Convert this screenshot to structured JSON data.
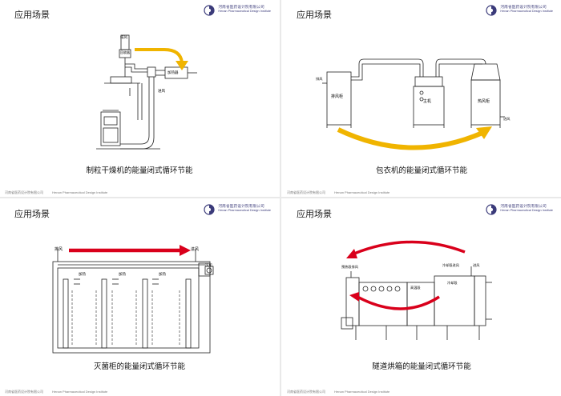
{
  "panels": [
    {
      "title": "应用场景",
      "logo": {
        "cn": "河南省医药设计院有限公司",
        "en": "Henan Pharmaceutical Design Institute"
      },
      "caption": "制粒干燥机的能量闭式循环节能",
      "labels": {
        "fan": "排风",
        "heater": "加热器",
        "reclaim": "回收器",
        "inlet": "进风"
      },
      "footer": {
        "cn": "河南省医药设计院有限公司",
        "en": "Henan Pharmaceutical Design Institute"
      }
    },
    {
      "title": "应用场景",
      "logo": {
        "cn": "河南省医药设计院有限公司",
        "en": "Henan Pharmaceutical Design Institute"
      },
      "caption": "包衣机的能量闭式循环节能",
      "labels": {
        "exhaust_cabinet": "排风柜",
        "main": "主机",
        "hot_air": "热风柜",
        "exhaust": "排风",
        "inlet": "进风"
      },
      "footer": {
        "cn": "河南省医药设计院有限公司",
        "en": "Henan Pharmaceutical Design Institute"
      }
    },
    {
      "title": "应用场景",
      "logo": {
        "cn": "河南省医药设计院有限公司",
        "en": "Henan Pharmaceutical Design Institute"
      },
      "caption": "灭菌柜的能量闭式循环节能",
      "labels": {
        "exhaust": "排风",
        "inlet": "进风",
        "fan": "风机",
        "heat": "加热"
      },
      "footer": {
        "cn": "河南省医药设计院有限公司",
        "en": "Henan Pharmaceutical Design Institute"
      }
    },
    {
      "title": "应用场景",
      "logo": {
        "cn": "河南省医药设计院有限公司",
        "en": "Henan Pharmaceutical Design Institute"
      },
      "caption": "隧道烘箱的能量闭式循环节能",
      "labels": {
        "preheat": "预热段排风",
        "cooling": "冷却段进风",
        "inlet": "进风",
        "heating": "高温段",
        "cold": "冷却段"
      },
      "footer": {
        "cn": "河南省医药设计院有限公司",
        "en": "Henan Pharmaceutical Design Institute"
      }
    }
  ],
  "colors": {
    "arrow_yellow": "#f0b400",
    "arrow_red": "#d9001b",
    "accent": "#3b3b7a"
  }
}
